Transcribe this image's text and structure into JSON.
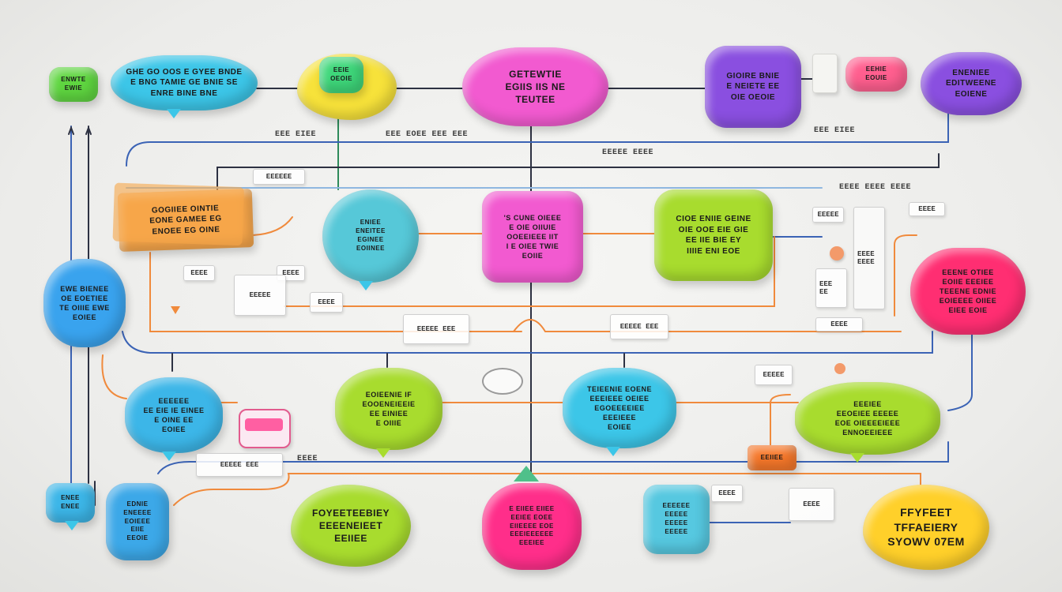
{
  "colors": {
    "green": "#5fd640",
    "cyan": "#3cc6e8",
    "yellow": "#f7e23a",
    "magenta": "#f25ad0",
    "purple": "#8a4fe0",
    "pink": "#ff5f8f",
    "orange": "#f7a64a",
    "lime": "#a8dc2e",
    "hotpink": "#ff2e8a",
    "blue": "#39a3ee",
    "gold": "#ffd02a",
    "wire_dark": "#2d3142",
    "wire_blue": "#3b63b5",
    "wire_orange": "#f08a3c"
  },
  "nodes": {
    "n_green_small": "ENWTE\nEWIE",
    "n_cyan_top": "GHE GO OOS E GYEE BNDE\nE BNG TAMIE GE BNIE SE\nENRE BINE BNE",
    "n_yellow_top": "EEIE\nOEOIE",
    "n_magenta_top": "GETEWTIE\nEGIIS IIS NE\nTEUTEE",
    "n_purple_top": "GIOIRE BNIE\nE NEIETE EE\nOIE OEOIE",
    "n_pink_small": "EEHIE\nEOUIE",
    "n_purple_right": "ENENIEE\nEDITWEENE\nEOIENE",
    "n_orange_flag": "GOGIIEE OINTIE\nEONE GAMEE EG\nENOEE EG OINE",
    "n_cyan_mid": "ENIEE\nENEITEE\nEGINEE\nEOIINEE",
    "n_magenta_mid": "'S CUNE OIEEE\nE OIE OIIUIE\nOOEEIEEE IIT\nI E OIEE TWIE\nEOIIE",
    "n_lime_mid": "CIOE ENIIE GEINE\nOIE OOE EIE GIE\nEE IIE BIE EY\nIIIIE ENI EOE",
    "n_blue_left": "EWE BIENEE\nOE EOETIEE\nTE OIIIE EWE\nEOIEE",
    "n_pink_right": "EEENE OTIEE\nEOIIE EEEIEE\nTEEENE EDNIE\nEOIEEEE OIIEE\nEIEE EOIE",
    "n_cyan_lowleft": "EEEEEE\nEE EIE IE EINEE\nE OINE EE\nEOIEE",
    "n_lime_lowmid": "EOIEENIE IF\nEOOENEIEEIE\nEE EINIEE\nE OIIIE",
    "n_cyan_lowcenter": "TEIEENIE EOENE\nEEEIEEE OEIEE\nEGOEEEEIEE\nEEEIEEE\nEOIEE",
    "n_lime_lowright": "EEEIEE\nEEOEIEE EEEEE\nEOE OIEEEEIEEE\nENNOEEIEEE",
    "n_cyan_bl_small": "ENEE\nENEE",
    "n_cyan_bl": "EDNIE\nENEEEE\nEOIEEE\nEIIE\nEEOIE",
    "n_lime_bottom": "FOYEETEEBIEY\nEEEENEIEET\nEEIIEE",
    "n_hotpink_bottom": "E EIIEE EIIEE\nEEIEE EOEE\nEIIEEEE EOE\nEEEIEEEEEE\nEEEIEE",
    "n_cyan_br": "EEEEEE\nEEEEE\nEEEEE\nEEEEE",
    "n_gold_bottom": "FFYFEET\nTFFAEIERY\nSYOWV 07EM",
    "n_orange_small": "EEIIEE"
  },
  "labels": {
    "l_top1": "EEE EIEE",
    "l_top2": "EEE EOEE EEE EEE",
    "l_top3": "EEE EIEE",
    "l_mid1": "EEEEE EEEE",
    "l_topright": "EEEE EEEE EEEE",
    "l_note1": "EEEEEE",
    "l_note2": "EEEE",
    "l_note3": "EEEE",
    "l_note4": "EEEEE",
    "l_note5": "EEEEE EEE",
    "l_note6": "EEEEE EEE",
    "l_note7": "EEEEE",
    "l_note8": "EEEE EEEE",
    "l_note9": "EEEE",
    "l_note10": "EEE EE",
    "l_note11": "EEEE"
  }
}
